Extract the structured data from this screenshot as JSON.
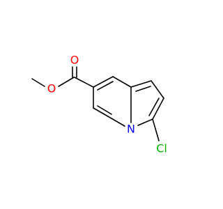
{
  "molecule": {
    "atoms": {
      "o_carbonyl": {
        "symbol": "O",
        "color": "#ff0000"
      },
      "o_ester": {
        "symbol": "O",
        "color": "#ff0000"
      },
      "n_ring": {
        "symbol": "N",
        "color": "#0000ff"
      },
      "cl": {
        "symbol": "Cl",
        "color": "#00b400"
      }
    }
  }
}
